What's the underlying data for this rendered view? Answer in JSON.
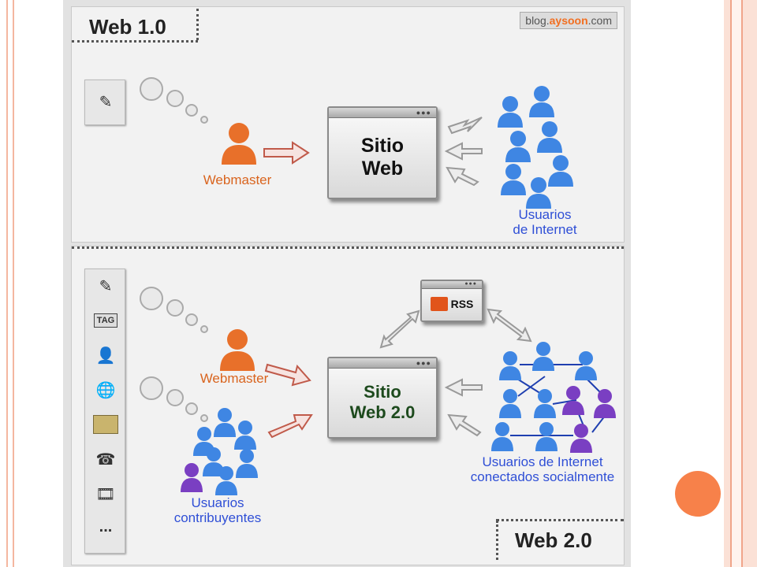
{
  "top": {
    "badge": "Web 1.0",
    "brand_prefix": "blog.",
    "brand_highlight": "aysoon",
    "brand_suffix": ".com",
    "site_line1": "Sitio",
    "site_line2": "Web",
    "webmaster": "Webmaster",
    "users_line1": "Usuarios",
    "users_line2": "de Internet"
  },
  "bottom": {
    "badge": "Web 2.0",
    "site_line1": "Sitio",
    "site_line2": "Web 2.0",
    "rss": "RSS",
    "webmaster": "Webmaster",
    "contrib_line1": "Usuarios",
    "contrib_line2": "contribuyentes",
    "social_line1": "Usuarios de Internet",
    "social_line2": "conectados socialmente",
    "tools": [
      "pencil-icon",
      "tag-icon",
      "person-swap-icon",
      "globe-icon",
      "map-icon",
      "phone-icon",
      "film-icon",
      "more-icon"
    ],
    "tag_label": "TAG",
    "more_label": "..."
  },
  "colors": {
    "webmaster": "#d9641e",
    "users_blue": "#2f4fd6",
    "user_blue": "#3f86e3",
    "user_purple": "#7a3fc2",
    "arrow_red": "#c05a4a",
    "slide_accent": "#f7814a"
  }
}
